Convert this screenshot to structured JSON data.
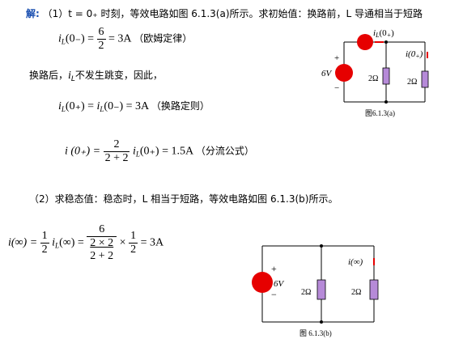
{
  "sol": {
    "label": "解:",
    "step1_head": "（1）t = 0₊ 时刻，等效电路如图 6.1.3(a)所示。求初始值：换路前，L 导通相当于短路",
    "eq1_lhs": "i",
    "eq1_sub": "L",
    "eq1_arg": "(0₋) =",
    "eq1_num": "6",
    "eq1_den": "2",
    "eq1_rhs": "= 3A",
    "eq1_note": "（欧姆定律）",
    "line2": "换路后，",
    "line2_var": "i",
    "line2_sub": "L",
    "line2_rest": "不发生跳变，因此，",
    "eq2_a": "i",
    "eq2_a_sub": "L",
    "eq2_a_arg": "(0₊) =",
    "eq2_b": "i",
    "eq2_b_sub": "L",
    "eq2_b_arg": "(0₋) = 3A",
    "eq2_note": "（换路定则）",
    "eq3_lhs": "i (0₊) =",
    "eq3_num": "2",
    "eq3_den": "2 + 2",
    "eq3_var": "i",
    "eq3_sub": "L",
    "eq3_rhs": "(0₊) = 1.5A",
    "eq3_note": "（分流公式）",
    "step2": "（2）求稳态值：稳态时，L 相当于短路，等效电路如图 6.1.3(b)所示。",
    "eq4_lhs": "i(∞) =",
    "eq4_f1_num": "1",
    "eq4_f1_den": "2",
    "eq4_var": "i",
    "eq4_sub": "L",
    "eq4_arg": "(∞) =",
    "eq4_f2_num": "6",
    "eq4_f2_den_num": "2 × 2",
    "eq4_f2_den_den": "2 + 2",
    "eq4_times": "×",
    "eq4_f3_num": "1",
    "eq4_f3_den": "2",
    "eq4_rhs": "= 3A"
  },
  "fig_a": {
    "source_label": "6V",
    "plus": "+",
    "minus": "−",
    "current_label": "i_L(0₊)",
    "current_i": "i",
    "current_sub": "L",
    "current_arg": "(0",
    "current_arg_sub": "+",
    "current_close": ")",
    "branch_label": "i(0₊)",
    "branch_i": "i(0",
    "branch_sub": "+",
    "branch_close": ")",
    "r1": "2Ω",
    "r2": "2Ω",
    "caption": "图6.1.3(a)"
  },
  "fig_b": {
    "source_label": "6V",
    "plus": "+",
    "minus": "−",
    "branch_label": "i(∞)",
    "r1": "2Ω",
    "r2": "2Ω",
    "caption": "图 6.1.3(b)"
  },
  "colors": {
    "source": "#e60000",
    "resistor": "#b68ad8",
    "label_blue": "#1a4fb0"
  }
}
